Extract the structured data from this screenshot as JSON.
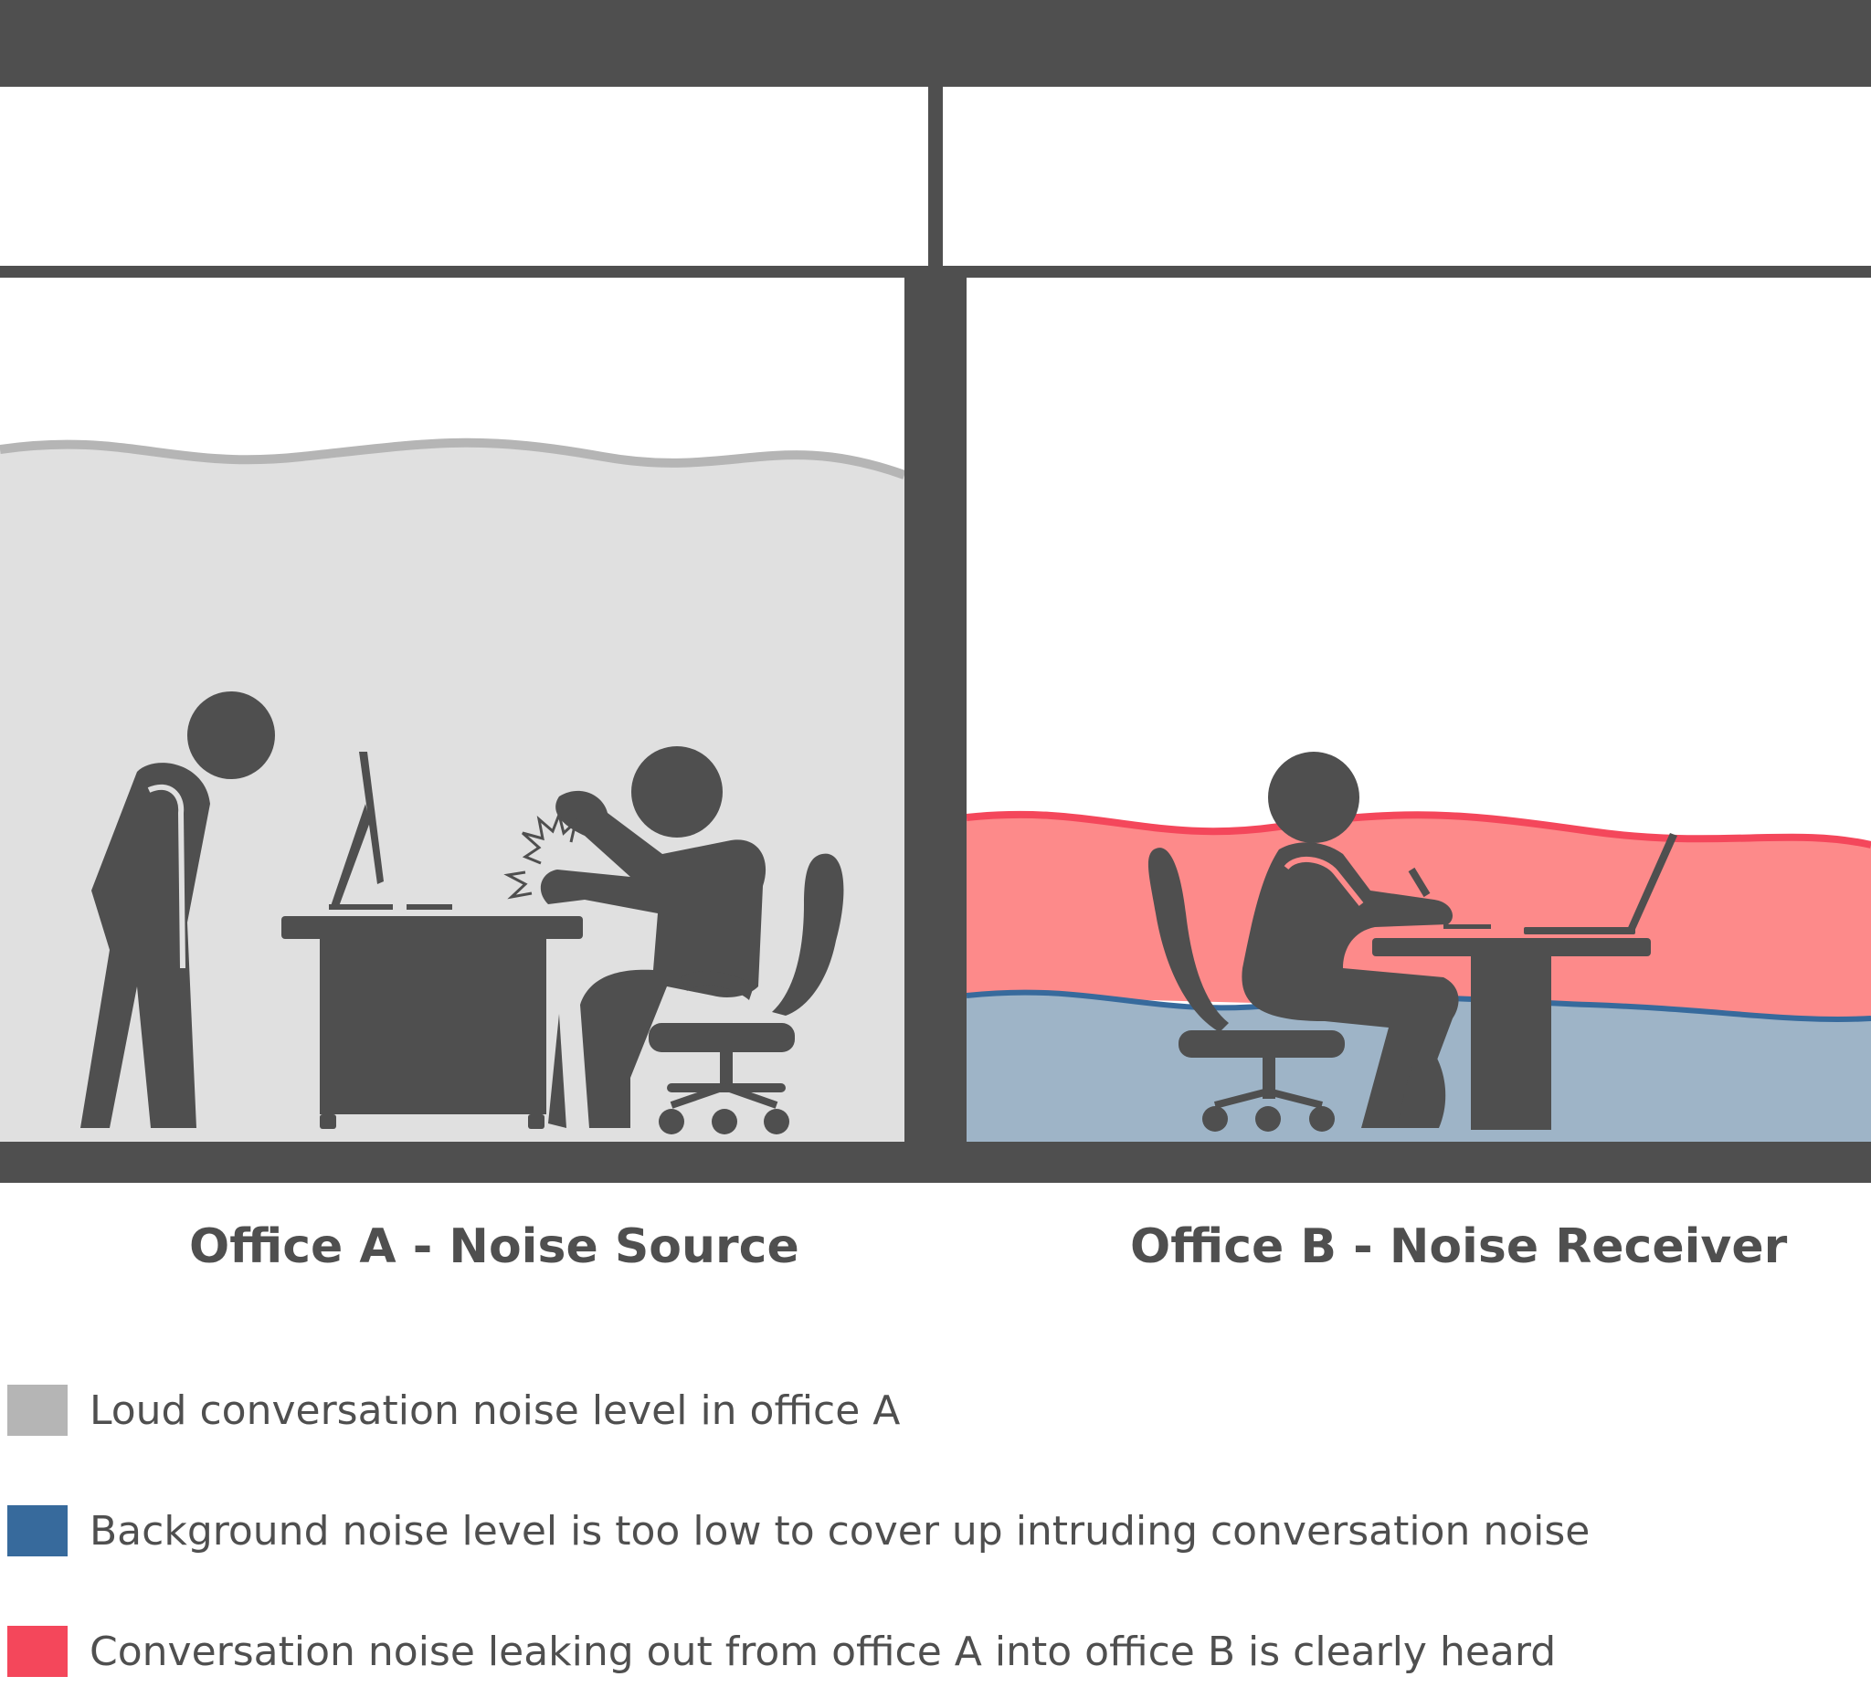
{
  "captions": {
    "office_a": "Office A - Noise Source",
    "office_b": "Office B - Noise Receiver"
  },
  "legend": [
    {
      "label": "Loud conversation noise level in office A",
      "color": "#b5b5b5"
    },
    {
      "label": "Background noise level is too low to cover up intruding conversation noise",
      "color": "#376a9c"
    },
    {
      "label": "Conversation noise leaking out from office A into office B is clearly heard",
      "color": "#f4475b"
    }
  ],
  "colors": {
    "structure": "#4f4f4f",
    "office_a_fill": "#e0e0e0",
    "office_a_line": "#b5b5b5",
    "conversation_fill": "#fd8a8a",
    "conversation_line": "#f4475b",
    "background_fill": "#9eb4c7",
    "background_line": "#376a9c"
  }
}
